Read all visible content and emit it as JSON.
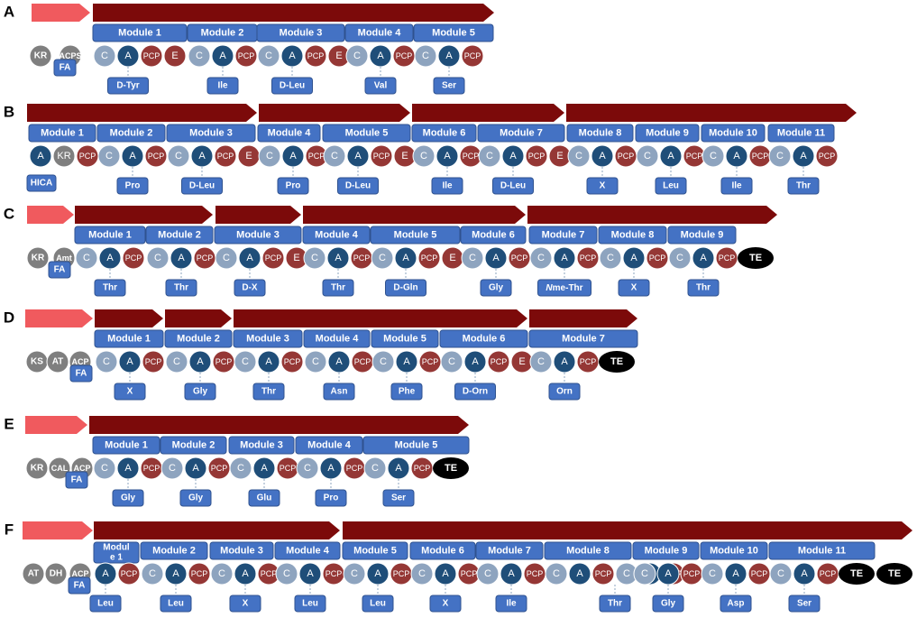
{
  "colors": {
    "loading_arrow": "#f05a5e",
    "nrps_arrow": "#7c0a0a",
    "module_box": "#4472c4",
    "module_box_border": "#2f528f",
    "domain_C": "#8ea4bf",
    "domain_A": "#1f4e79",
    "domain_PCP": "#953735",
    "domain_E": "#953735",
    "domain_starter": "#7f7f7f",
    "domain_TE": "#000000",
    "text_dark": "#000000",
    "text_light": "#ffffff"
  },
  "panels": [
    {
      "label": "A",
      "loading": [
        "KR",
        "ACPS"
      ],
      "starter": "FA",
      "modules": [
        {
          "name": "Module 1",
          "domains": [
            "C",
            "A",
            "PCP",
            "E"
          ],
          "substrate": "D-Tyr"
        },
        {
          "name": "Module 2",
          "domains": [
            "C",
            "A",
            "PCP"
          ],
          "substrate": "Ile"
        },
        {
          "name": "Module 3",
          "domains": [
            "C",
            "A",
            "PCP",
            "E"
          ],
          "substrate": "D-Leu"
        },
        {
          "name": "Module 4",
          "domains": [
            "C",
            "A",
            "PCP"
          ],
          "substrate": "Val"
        },
        {
          "name": "Module 5",
          "domains": [
            "C",
            "A",
            "PCP"
          ],
          "substrate": "Ser"
        }
      ]
    },
    {
      "label": "B",
      "loading": [],
      "starter": "HICA",
      "modules": [
        {
          "name": "Module 1",
          "domains": [
            "A",
            "KR",
            "PCP"
          ],
          "substrate": ""
        },
        {
          "name": "Module 2",
          "domains": [
            "C",
            "A",
            "PCP"
          ],
          "substrate": "Pro"
        },
        {
          "name": "Module 3",
          "domains": [
            "C",
            "A",
            "PCP",
            "E"
          ],
          "substrate": "D-Leu"
        },
        {
          "name": "Module 4",
          "domains": [
            "C",
            "A",
            "PCP"
          ],
          "substrate": "Pro"
        },
        {
          "name": "Module 5",
          "domains": [
            "C",
            "A",
            "PCP",
            "E"
          ],
          "substrate": "D-Leu"
        },
        {
          "name": "Module 6",
          "domains": [
            "C",
            "A",
            "PCP"
          ],
          "substrate": "Ile"
        },
        {
          "name": "Module 7",
          "domains": [
            "C",
            "A",
            "PCP",
            "E"
          ],
          "substrate": "D-Leu"
        },
        {
          "name": "Module 8",
          "domains": [
            "C",
            "A",
            "PCP"
          ],
          "substrate": "X"
        },
        {
          "name": "Module 9",
          "domains": [
            "C",
            "A",
            "PCP"
          ],
          "substrate": "Leu"
        },
        {
          "name": "Module 10",
          "domains": [
            "C",
            "A",
            "PCP"
          ],
          "substrate": "Ile"
        },
        {
          "name": "Module 11",
          "domains": [
            "C",
            "A",
            "PCP"
          ],
          "substrate": "Thr"
        }
      ]
    },
    {
      "label": "C",
      "loading": [
        "KR",
        "Amt"
      ],
      "starter": "FA",
      "modules": [
        {
          "name": "Module 1",
          "domains": [
            "C",
            "A",
            "PCP"
          ],
          "substrate": "Thr"
        },
        {
          "name": "Module 2",
          "domains": [
            "C",
            "A",
            "PCP"
          ],
          "substrate": "Thr"
        },
        {
          "name": "Module 3",
          "domains": [
            "C",
            "A",
            "PCP",
            "E"
          ],
          "substrate": "D-X"
        },
        {
          "name": "Module 4",
          "domains": [
            "C",
            "A",
            "PCP"
          ],
          "substrate": "Thr"
        },
        {
          "name": "Module 5",
          "domains": [
            "C",
            "A",
            "PCP",
            "E"
          ],
          "substrate": "D-Gln"
        },
        {
          "name": "Module 6",
          "domains": [
            "C",
            "A",
            "PCP"
          ],
          "substrate": "Gly"
        },
        {
          "name": "Module 7",
          "domains": [
            "C",
            "A",
            "PCP"
          ],
          "substrate": "Nme-Thr"
        },
        {
          "name": "Module 8",
          "domains": [
            "C",
            "A",
            "PCP"
          ],
          "substrate": "X"
        },
        {
          "name": "Module 9",
          "domains": [
            "C",
            "A",
            "PCP",
            "TE"
          ],
          "substrate": "Thr"
        }
      ]
    },
    {
      "label": "D",
      "loading": [
        "KS",
        "AT",
        "ACP"
      ],
      "starter": "FA",
      "modules": [
        {
          "name": "Module 1",
          "domains": [
            "C",
            "A",
            "PCP"
          ],
          "substrate": "X"
        },
        {
          "name": "Module 2",
          "domains": [
            "C",
            "A",
            "PCP"
          ],
          "substrate": "Gly"
        },
        {
          "name": "Module 3",
          "domains": [
            "C",
            "A",
            "PCP"
          ],
          "substrate": "Thr"
        },
        {
          "name": "Module 4",
          "domains": [
            "C",
            "A",
            "PCP"
          ],
          "substrate": "Asn"
        },
        {
          "name": "Module 5",
          "domains": [
            "C",
            "A",
            "PCP"
          ],
          "substrate": "Phe"
        },
        {
          "name": "Module 6",
          "domains": [
            "C",
            "A",
            "PCP",
            "E"
          ],
          "substrate": "D-Orn"
        },
        {
          "name": "Module 7",
          "domains": [
            "C",
            "A",
            "PCP",
            "TE"
          ],
          "substrate": "Orn"
        }
      ]
    },
    {
      "label": "E",
      "loading": [
        "KR",
        "CAL",
        "ACP"
      ],
      "starter": "FA",
      "modules": [
        {
          "name": "Module 1",
          "domains": [
            "C",
            "A",
            "PCP"
          ],
          "substrate": "Gly"
        },
        {
          "name": "Module 2",
          "domains": [
            "C",
            "A",
            "PCP"
          ],
          "substrate": "Gly"
        },
        {
          "name": "Module 3",
          "domains": [
            "C",
            "A",
            "PCP"
          ],
          "substrate": "Glu"
        },
        {
          "name": "Module 4",
          "domains": [
            "C",
            "A",
            "PCP"
          ],
          "substrate": "Pro"
        },
        {
          "name": "Module 5",
          "domains": [
            "C",
            "A",
            "PCP",
            "TE"
          ],
          "substrate": "Ser"
        }
      ]
    },
    {
      "label": "F",
      "loading": [
        "AT",
        "DH",
        "ACP"
      ],
      "starter": "FA",
      "modules": [
        {
          "name": "Modul e 1",
          "domains": [
            "A",
            "PCP"
          ],
          "substrate": "Leu"
        },
        {
          "name": "Module 2",
          "domains": [
            "C",
            "A",
            "PCP"
          ],
          "substrate": "Leu"
        },
        {
          "name": "Module 3",
          "domains": [
            "C",
            "A",
            "PCP"
          ],
          "substrate": "X"
        },
        {
          "name": "Module 4",
          "domains": [
            "C",
            "A",
            "PCP"
          ],
          "substrate": "Leu"
        },
        {
          "name": "Module 5",
          "domains": [
            "C",
            "A",
            "PCP"
          ],
          "substrate": "Leu"
        },
        {
          "name": "Module 6",
          "domains": [
            "C",
            "A",
            "PCP"
          ],
          "substrate": "X"
        },
        {
          "name": "Module 7",
          "domains": [
            "C",
            "A",
            "PCP"
          ],
          "substrate": "Ile"
        },
        {
          "name": "Module 8",
          "domains": [
            "C",
            "A",
            "PCP",
            "C",
            "A",
            "PCP"
          ],
          "substrate": "Thr"
        },
        {
          "name": "Module 9",
          "domains": [
            "C",
            "A",
            "PCP"
          ],
          "substrate": "Gly"
        },
        {
          "name": "Module 10",
          "domains": [
            "C",
            "A",
            "PCP"
          ],
          "substrate": "Asp"
        },
        {
          "name": "Module 11",
          "domains": [
            "C",
            "A",
            "PCP",
            "TE",
            "TE"
          ],
          "substrate": "Ser"
        }
      ]
    }
  ]
}
